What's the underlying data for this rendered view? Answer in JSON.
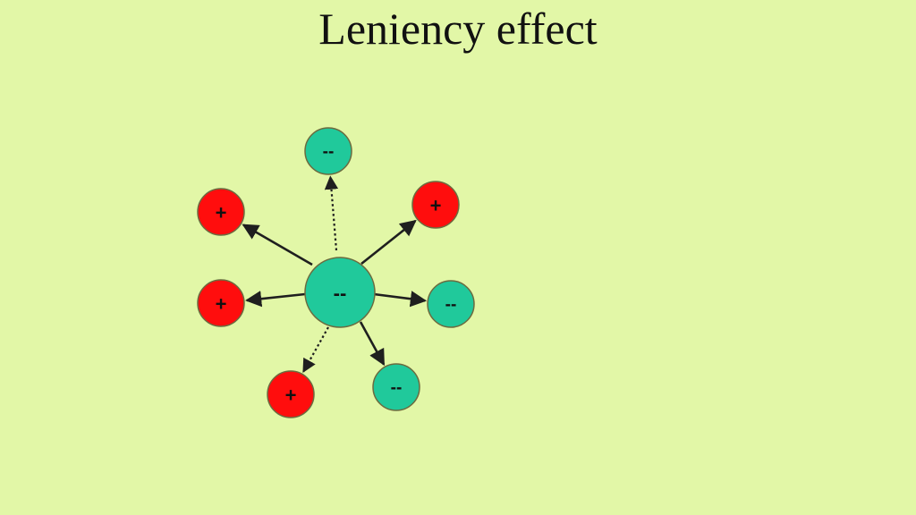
{
  "slide": {
    "title": "Leniency effect"
  },
  "colors": {
    "background": "#e2f7a7",
    "positive": "#ff0d0d",
    "negative": "#20c99b",
    "outline": "#6b6b3f",
    "arrow": "#1f1f1f"
  },
  "diagram": {
    "center": {
      "sign": "negative",
      "label": "--"
    },
    "nodes": [
      {
        "id": "top",
        "sign": "negative",
        "label": "--",
        "link": "dotted"
      },
      {
        "id": "upper-right",
        "sign": "positive",
        "label": "+",
        "link": "solid"
      },
      {
        "id": "right",
        "sign": "negative",
        "label": "--",
        "link": "solid"
      },
      {
        "id": "lower-right",
        "sign": "negative",
        "label": "--",
        "link": "solid"
      },
      {
        "id": "lower-left",
        "sign": "positive",
        "label": "+",
        "link": "dotted"
      },
      {
        "id": "left",
        "sign": "positive",
        "label": "+",
        "link": "solid"
      },
      {
        "id": "upper-left",
        "sign": "positive",
        "label": "+",
        "link": "solid"
      }
    ]
  }
}
